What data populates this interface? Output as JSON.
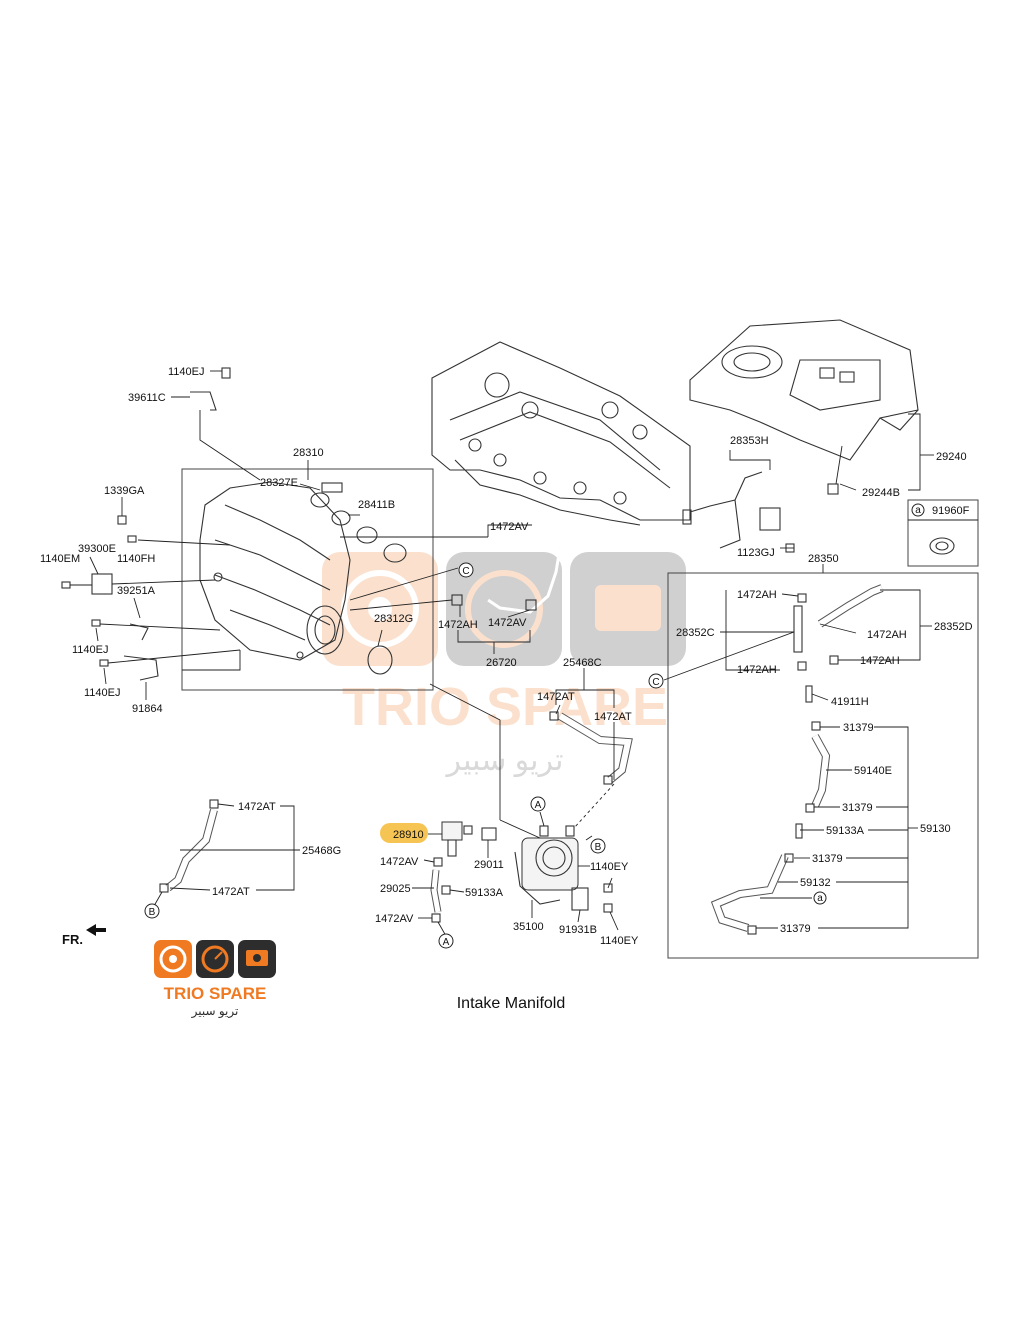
{
  "caption": "Intake Manifold",
  "orientation_label": "FR.",
  "highlight_color": "#f6c453",
  "brand": {
    "name": "TRIO SPARE",
    "arabic": "تريو سبير",
    "colors": {
      "orange": "#f07a22",
      "dark": "#2d2d2d"
    },
    "icons": [
      "speaker-icon",
      "gauge-icon",
      "engine-icon"
    ]
  },
  "part_labels": {
    "p1140EJ_top": "1140EJ",
    "p39611C": "39611C",
    "p28310": "28310",
    "p28327E": "28327E",
    "p28411B": "28411B",
    "p1339GA": "1339GA",
    "p39300E": "39300E",
    "p1140EM": "1140EM",
    "p1140FH": "1140FH",
    "p39251A": "39251A",
    "p1140EJ_mid": "1140EJ",
    "p1140EJ_low": "1140EJ",
    "p91864": "91864",
    "p28312G": "28312G",
    "p1472AH_a": "1472AH",
    "p1472AV_a": "1472AV",
    "p1472AV_b": "1472AV",
    "p26720": "26720",
    "p28353H": "28353H",
    "p1123GJ": "1123GJ",
    "p28350": "28350",
    "p29240": "29240",
    "p29244B": "29244B",
    "p91960F": "91960F",
    "p1472AH_b": "1472AH",
    "p28352C": "28352C",
    "p1472AH_c": "1472AH",
    "p28352D": "28352D",
    "p1472AH_d": "1472AH",
    "p1472AH_e": "1472AH",
    "p41911H": "41911H",
    "p31379_a": "31379",
    "p59140E": "59140E",
    "p31379_b": "31379",
    "p59133A_a": "59133A",
    "p59130": "59130",
    "p31379_c": "31379",
    "p59132": "59132",
    "p31379_d": "31379",
    "p25468C": "25468C",
    "p1472AT_a": "1472AT",
    "p1472AT_b": "1472AT",
    "p1472AT_c": "1472AT",
    "p25468G": "25468G",
    "p1472AT_d": "1472AT",
    "p28910": "28910",
    "p1472AV_c": "1472AV",
    "p29011": "29011",
    "p29025": "29025",
    "p59133A_b": "59133A",
    "p1472AV_d": "1472AV",
    "p1140EY_a": "1140EY",
    "p35100": "35100",
    "p91931B": "91931B",
    "p1140EY_b": "1140EY"
  },
  "callouts": {
    "A": "A",
    "B": "B",
    "C": "C",
    "a": "a"
  }
}
